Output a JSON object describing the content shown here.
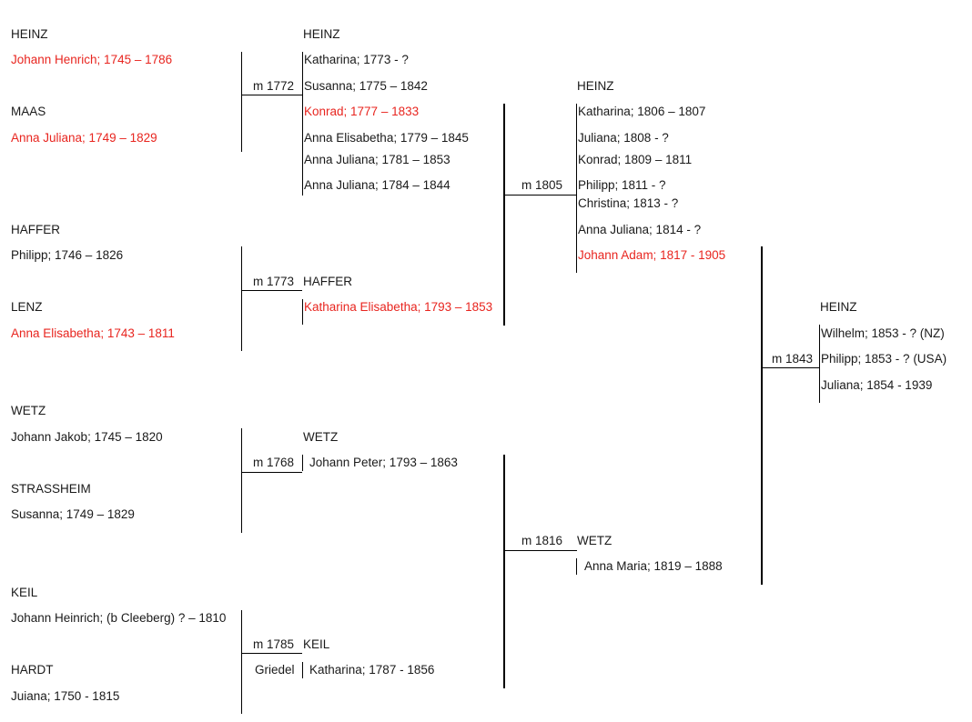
{
  "colors": {
    "text": "#1a1a1a",
    "highlight": "#e8251f",
    "line": "#000000"
  },
  "generation1": {
    "heinz_surname": "HEINZ",
    "heinz_person": "Johann Henrich; 1745 – 1786",
    "maas_surname": "MAAS",
    "maas_person": "Anna Juliana; 1749 – 1829",
    "haffer_surname": "HAFFER",
    "haffer_person": "Philipp; 1746 – 1826",
    "lenz_surname": "LENZ",
    "lenz_person": "Anna Elisabetha; 1743 – 1811",
    "wetz_surname": "WETZ",
    "wetz_person": "Johann Jakob; 1745 – 1820",
    "strassheim_surname": "STRASSHEIM",
    "strassheim_person": "Susanna; 1749 – 1829",
    "keil_surname": "KEIL",
    "keil_person": "Johann Heinrich; (b Cleeberg) ? – 1810",
    "hardt_surname": "HARDT",
    "hardt_person": "Juiana; 1750 - 1815"
  },
  "marriages": {
    "m1772": "m 1772",
    "m1773": "m 1773",
    "m1768": "m 1768",
    "m1785": "m 1785",
    "m1785_place": "Griedel",
    "m1805": "m 1805",
    "m1816": "m 1816",
    "m1843": "m 1843"
  },
  "generation2": {
    "heinz_surname": "HEINZ",
    "heinz_children": [
      "Katharina; 1773 - ?",
      "Susanna; 1775 – 1842",
      "Konrad; 1777 – 1833",
      "Anna Elisabetha; 1779 – 1845",
      "Anna Juliana; 1781 – 1853",
      "Anna Juliana; 1784 – 1844"
    ],
    "haffer_surname": "HAFFER",
    "haffer_child": "Katharina Elisabetha; 1793 – 1853",
    "wetz_surname": "WETZ",
    "wetz_child": "Johann Peter; 1793 – 1863",
    "keil_surname": "KEIL",
    "keil_child": "Katharina; 1787 - 1856"
  },
  "generation3": {
    "heinz_surname": "HEINZ",
    "heinz_children": [
      "Katharina; 1806 – 1807",
      "Juliana; 1808 - ?",
      "Konrad; 1809 – 1811",
      "Philipp; 1811 - ?",
      "Christina; 1813 - ?",
      "Anna Juliana; 1814 - ?",
      "Johann Adam; 1817 - 1905"
    ],
    "wetz_surname": "WETZ",
    "wetz_child": "Anna Maria; 1819 – 1888"
  },
  "generation4": {
    "heinz_surname": "HEINZ",
    "heinz_children": [
      "Wilhelm; 1853 - ? (NZ)",
      "Philipp; 1853 - ? (USA)",
      "Juliana; 1854 - 1939"
    ]
  }
}
